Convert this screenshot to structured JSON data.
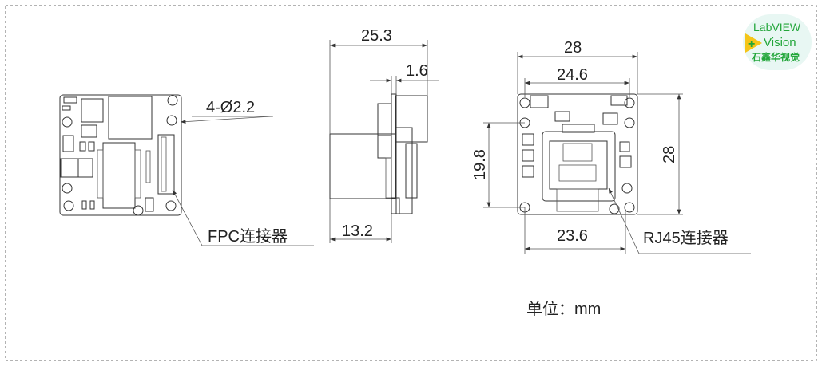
{
  "border_color": "#9a9a9a",
  "logo": {
    "line1": "LabVIEW",
    "line2": "Vision",
    "line3": "石鑫华视觉",
    "green": "#22a63a",
    "yellow": "#f5c518"
  },
  "front_view": {
    "hole_label": "4-Ø2.2",
    "connector_label": "FPC连接器"
  },
  "side_view": {
    "total_width": "25.3",
    "pcb_thickness": "1.6",
    "body_width": "13.2"
  },
  "back_view": {
    "width": "28",
    "hole_spacing_x": "24.6",
    "hole_spacing_y": "19.8",
    "height": "28",
    "bottom_spacing": "23.6",
    "connector_label": "RJ45连接器"
  },
  "unit_note": "单位：mm"
}
